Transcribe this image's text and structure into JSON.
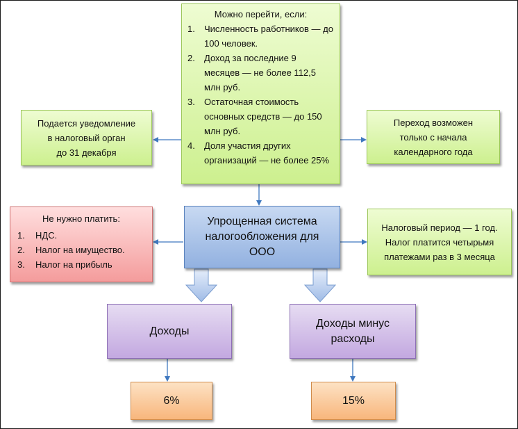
{
  "criteria": {
    "heading": "Можно перейти, если:",
    "items": [
      {
        "num": "1.",
        "text": "Численность работников — до 100 человек."
      },
      {
        "num": "2.",
        "text": "Доход за последние 9 месяцев — не более 112,5 млн руб."
      },
      {
        "num": "3.",
        "text": "Остаточная стоимость основных средств — до 150 млн руб."
      },
      {
        "num": "4.",
        "text": "Доля участия других организаций — не более 25%"
      }
    ]
  },
  "notice": {
    "lines": [
      "Подается уведомление",
      "в налоговый орган",
      "до 31 декабря"
    ]
  },
  "transition": {
    "lines": [
      "Переход возможен",
      "только с начала",
      "календарного года"
    ]
  },
  "system": {
    "lines": [
      "Упрощенная система",
      "налогообложения для",
      "ООО"
    ]
  },
  "no_pay": {
    "heading": "Не нужно платить:",
    "items": [
      {
        "num": "1.",
        "text": "НДС."
      },
      {
        "num": "2.",
        "text": "Налог на имущество."
      },
      {
        "num": "3.",
        "text": "Налог на прибыль"
      }
    ]
  },
  "period": {
    "lines": [
      "Налоговый период — 1 год.",
      "Налог платится четырьмя",
      "платежами раз в 3 месяца"
    ]
  },
  "income": {
    "label": "Доходы"
  },
  "income_minus": {
    "lines": [
      "Доходы минус",
      "расходы"
    ]
  },
  "rate_income": {
    "label": "6%"
  },
  "rate_income_minus": {
    "label": "15%"
  },
  "colors": {
    "green": "#d4f29c",
    "red": "#f6a9a9",
    "blue": "#9db9e3",
    "purple": "#cdb5e6",
    "orange": "#f9c08a",
    "arrow": "#3f78bf"
  }
}
